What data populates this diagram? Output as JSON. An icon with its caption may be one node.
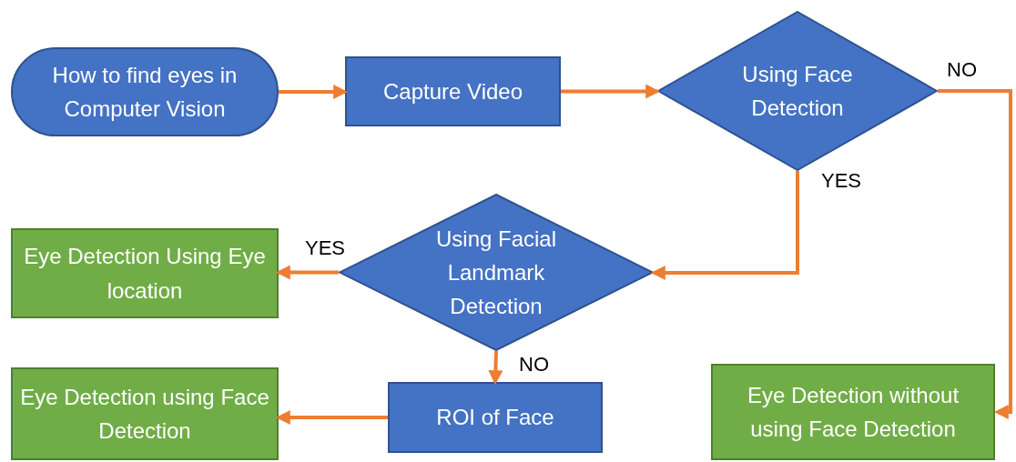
{
  "diagram": {
    "nodes": [
      {
        "text": [
          "How to find eyes in Computer Vision"
        ]
      },
      {
        "text": [
          "Capture Video"
        ]
      },
      {
        "text": [
          "Using Face Detection"
        ]
      },
      {
        "text": [
          "Eye Detection Using Eye location"
        ]
      },
      {
        "text": [
          "Using Facial Landmark Detection"
        ]
      },
      {
        "text": [
          "Eye Detection using Face Detection"
        ]
      },
      {
        "text": [
          "ROI of Face"
        ]
      },
      {
        "text": [
          "Eye Detection without using Face Detection"
        ]
      }
    ],
    "edges": [
      {
        "from": 0,
        "to": 1,
        "arrow": "to"
      },
      {
        "from": 1,
        "to": 2,
        "arrow": "to"
      },
      {
        "from": 2,
        "to": 7,
        "arrow": "to",
        "label": "NO"
      },
      {
        "from": 2,
        "to": 4,
        "arrow": "to",
        "label": "YES"
      },
      {
        "from": 4,
        "to": 3,
        "arrow": "to",
        "label": "YES"
      },
      {
        "from": 4,
        "to": 6,
        "arrow": "to",
        "label": "NO"
      },
      {
        "from": 6,
        "to": 5,
        "arrow": "to"
      }
    ]
  }
}
